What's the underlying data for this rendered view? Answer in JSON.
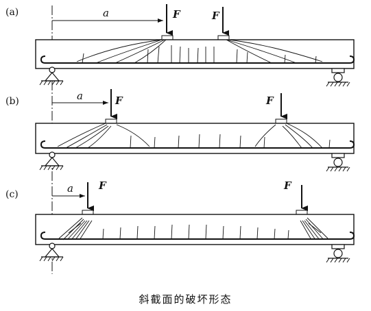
{
  "caption": "斜截面的破坏形态",
  "colors": {
    "ink": "#111111",
    "paper": "#ffffff"
  },
  "panels": [
    {
      "label": "(a)",
      "dim_label": "a",
      "load_label": "F",
      "load_label_2": "F"
    },
    {
      "label": "(b)",
      "dim_label": "a",
      "load_label": "F",
      "load_label_2": "F"
    },
    {
      "label": "(c)",
      "dim_label": "a",
      "load_label": "F",
      "load_label_2": "F"
    }
  ]
}
